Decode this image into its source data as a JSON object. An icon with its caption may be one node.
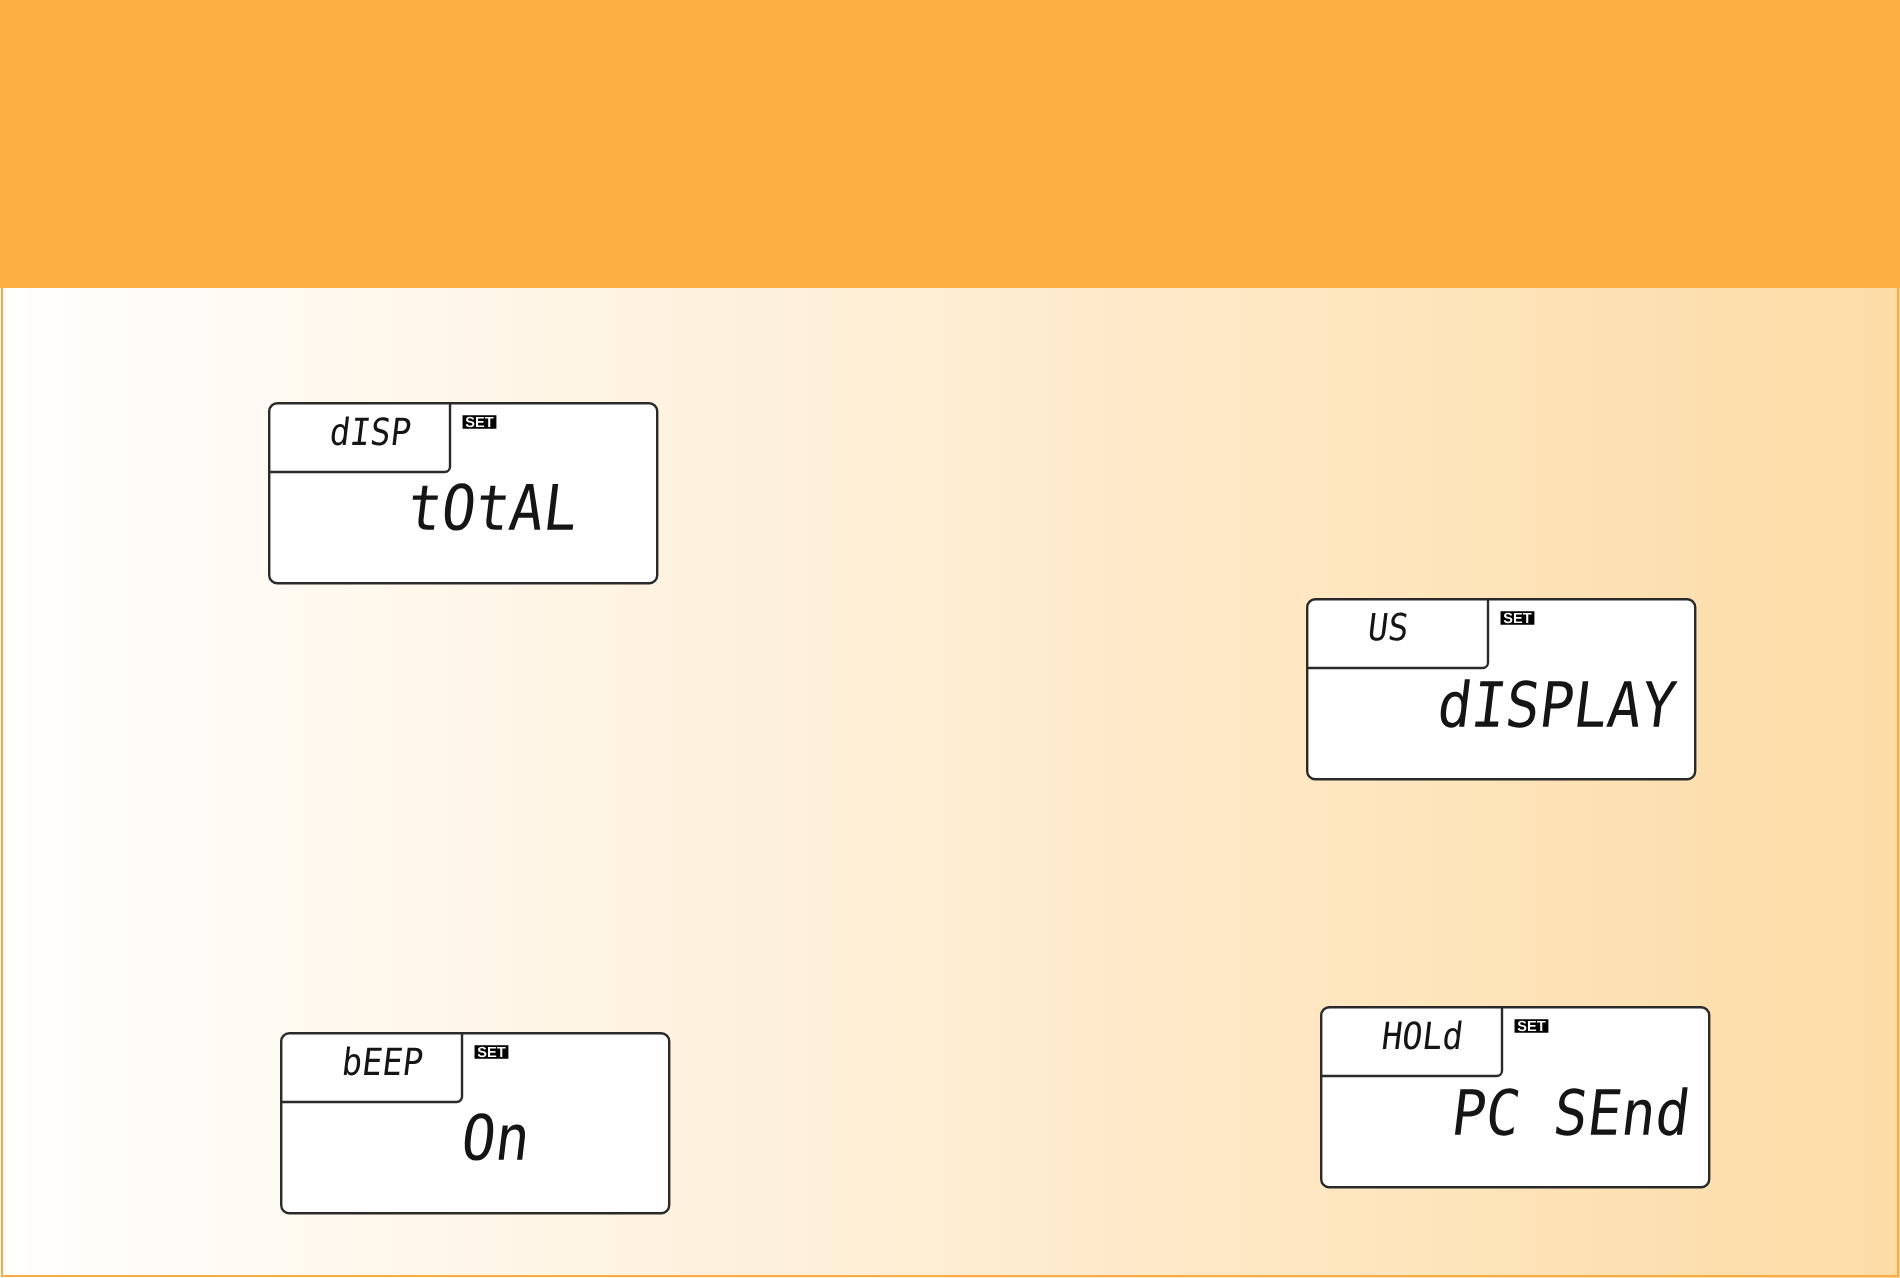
{
  "diagram": {
    "nodes": [
      {
        "text": [
          "tOtAL"
        ]
      },
      {
        "text": [
          "dISP"
        ],
        "in": 0
      },
      {
        "text": [
          "SET"
        ],
        "in": 0
      },
      {
        "text": [
          "dISPLAY"
        ]
      },
      {
        "text": [
          "US"
        ],
        "in": 3
      },
      {
        "text": [
          "SET"
        ],
        "in": 3
      },
      {
        "text": [
          "On"
        ]
      },
      {
        "text": [
          "bEEP"
        ],
        "in": 6
      },
      {
        "text": [
          "SET"
        ],
        "in": 6
      },
      {
        "text": [
          "PC SEnd"
        ]
      },
      {
        "text": [
          "HOLd"
        ],
        "in": 9
      },
      {
        "text": [
          "SET"
        ],
        "in": 9
      }
    ]
  }
}
